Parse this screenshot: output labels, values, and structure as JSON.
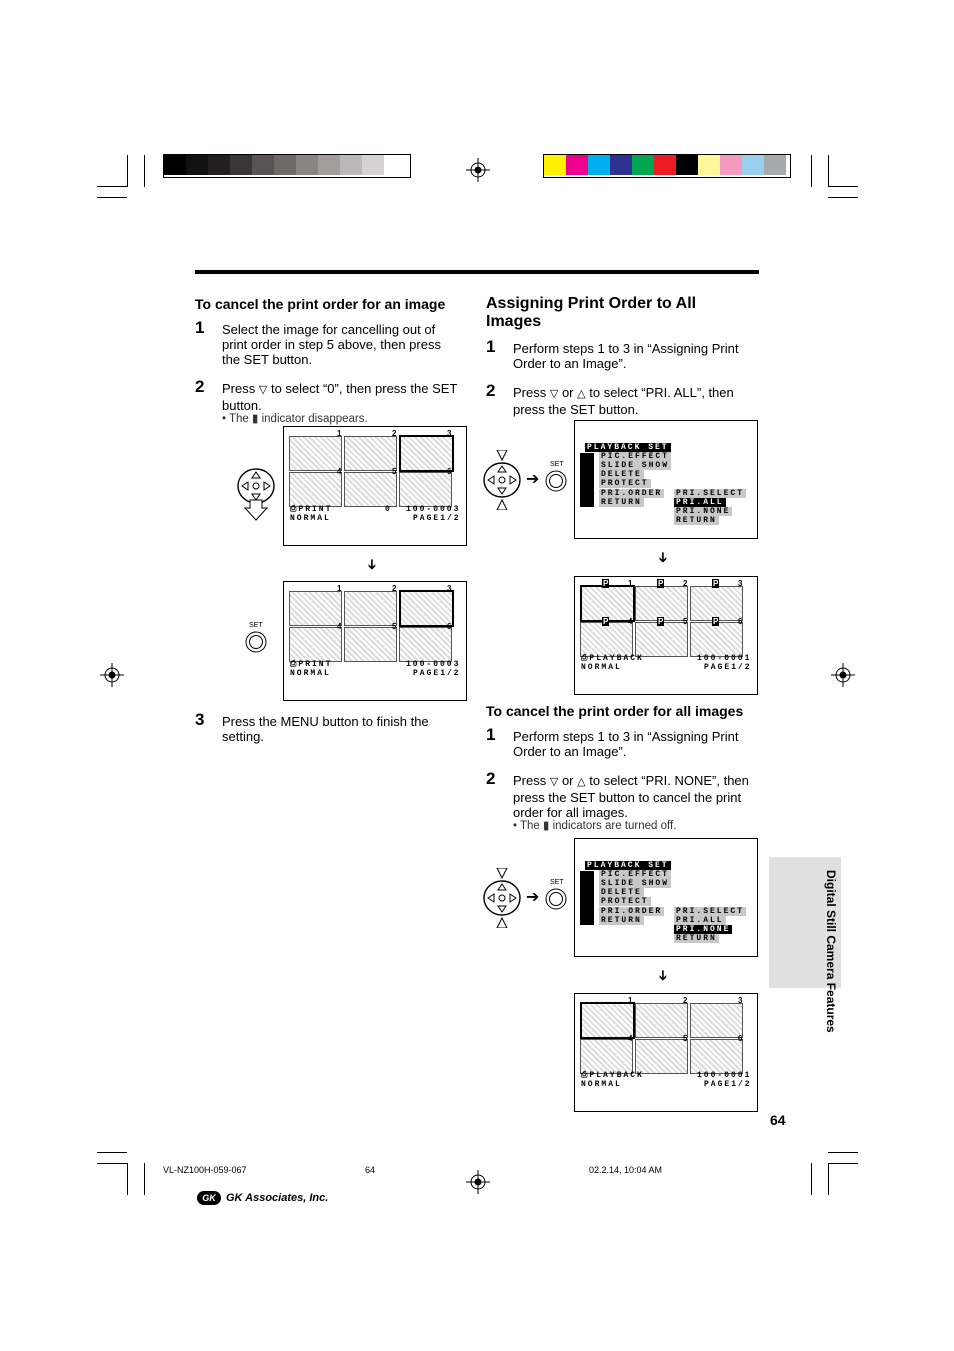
{
  "colors": {
    "gray_bar": [
      "#000000",
      "#111111",
      "#231f20",
      "#3a3536",
      "#595355",
      "#6e6869",
      "#8b8485",
      "#a39d9e",
      "#bcb7b8",
      "#d6d2d3",
      "#ffffff"
    ],
    "color_bar": [
      "#fff200",
      "#ec008c",
      "#00aeef",
      "#2e3192",
      "#00a651",
      "#ed1c24",
      "#000000",
      "#fff799",
      "#f49ac1",
      "#9acfee",
      "#a7a9ac"
    ]
  },
  "left": {
    "heading": "To cancel the print order for an image",
    "step1_num": "1",
    "step1": "Select the image for cancelling out of print order in step 5 above, then press the SET button.",
    "step2_num": "2",
    "step2_a": "Press",
    "step2_b": "to select “0”, then press the SET button.",
    "note_a": "• The",
    "note_b": "indicator disappears.",
    "step3_num": "3",
    "step3": "Press the MENU button to finish the setting."
  },
  "right": {
    "heading": "Assigning Print Order to All Images",
    "step1_num": "1",
    "step1": "Perform steps 1 to 3 in “Assigning Print Order to an Image”.",
    "step2_num": "2",
    "step2_a": "Press",
    "step2_or": "or",
    "step2_b": "to select “PRI. ALL”, then press the SET button.",
    "cancel_heading": "To cancel the print order for all images",
    "c_step1_num": "1",
    "c_step1": "Perform steps 1 to 3 in “Assigning Print Order to an Image”.",
    "c_step2_num": "2",
    "c_step2_a": "Press",
    "c_step2_or": "or",
    "c_step2_b": "to select “PRI. NONE”, then press the SET button to cancel the print order for all images.",
    "c_note_a": "• The",
    "c_note_b": "indicators are turned off."
  },
  "screen": {
    "nums": [
      "1",
      "2",
      "3",
      "4",
      "5",
      "6"
    ],
    "print": "PRINT",
    "normal": "NORMAL",
    "zero": "0",
    "file_3": "100-0003",
    "file_1": "100-0001",
    "page": "PAGE1/2",
    "playback": "PLAYBACK",
    "p_mark": "P"
  },
  "menu": {
    "title": "PLAYBACK SET",
    "items": [
      "PIC.EFFECT",
      "SLIDE SHOW",
      "DELETE",
      "PROTECT",
      "PRI.ORDER",
      "RETURN"
    ],
    "sub": [
      "PRI.SELECT",
      "PRI.ALL",
      "PRI.NONE",
      "RETURN"
    ]
  },
  "set_label": "SET",
  "sidebar": "Digital Still Camera Features",
  "page_number": "64",
  "footer": {
    "code": "VL-NZ100H-059-067",
    "page": "64",
    "date": "02.2.14, 10:04 AM",
    "company": "GK Associates, Inc.",
    "logo": "GK"
  },
  "glyphs": {
    "down": "▽",
    "up": "△",
    "arrow_right": "➔",
    "arrow_down": "➔",
    "block": "▮"
  }
}
